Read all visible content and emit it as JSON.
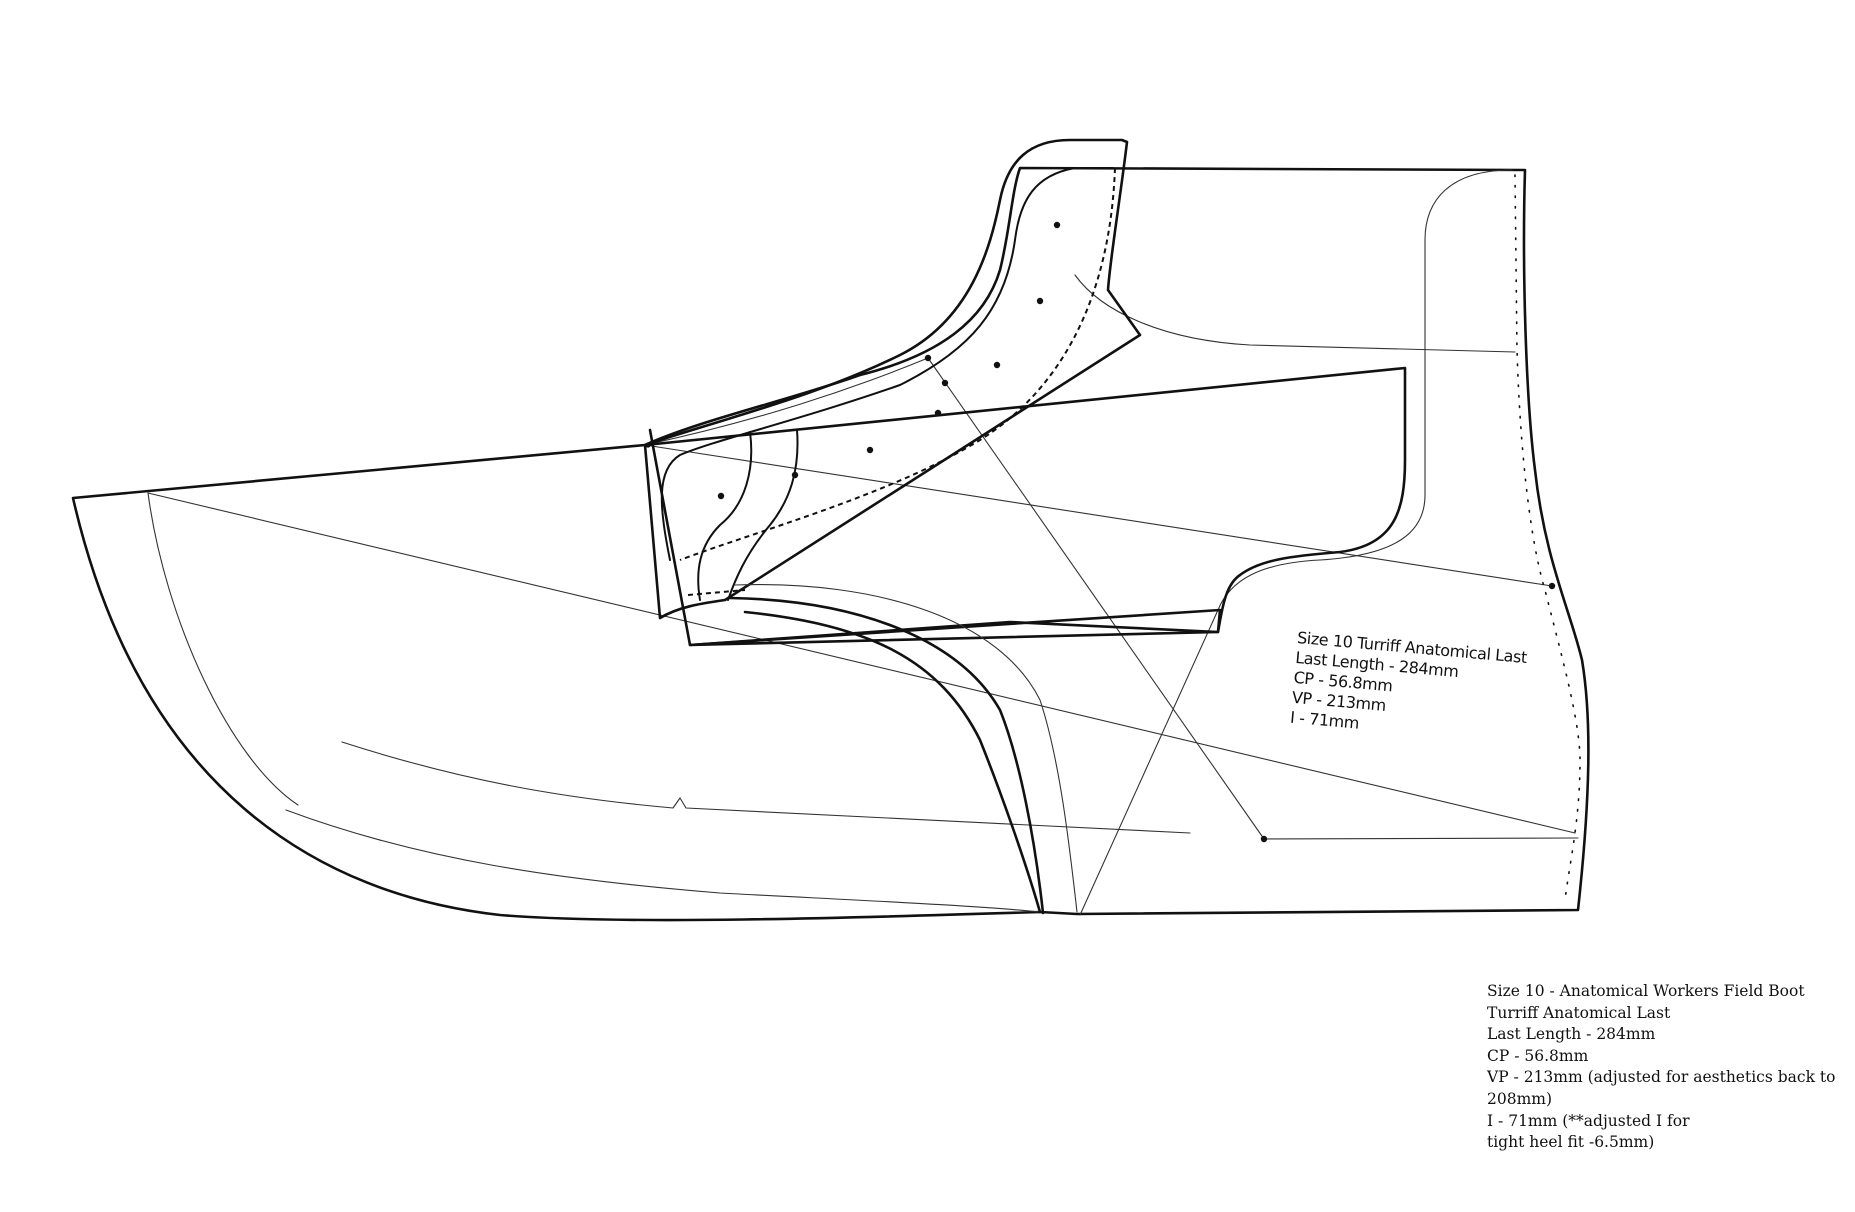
{
  "inline_label": {
    "title": "Size 10 Turriff Anatomical Last",
    "last_length": "Last Length -  284mm",
    "cp": "CP -  56.8mm",
    "vp": "VP -  213mm",
    "i": "I - 71mm"
  },
  "spec_block": {
    "line1": "Size 10 - Anatomical Workers Field Boot",
    "line2": "Turriff Anatomical Last",
    "line3": "Last Length -  284mm",
    "line4": "CP -  56.8mm",
    "line5": "VP -  213mm (adjusted for aesthetics back to",
    "line6": "208mm)",
    "line7": "I - 71mm (**adjusted I for",
    "line8": "tight heel fit -6.5mm)"
  }
}
